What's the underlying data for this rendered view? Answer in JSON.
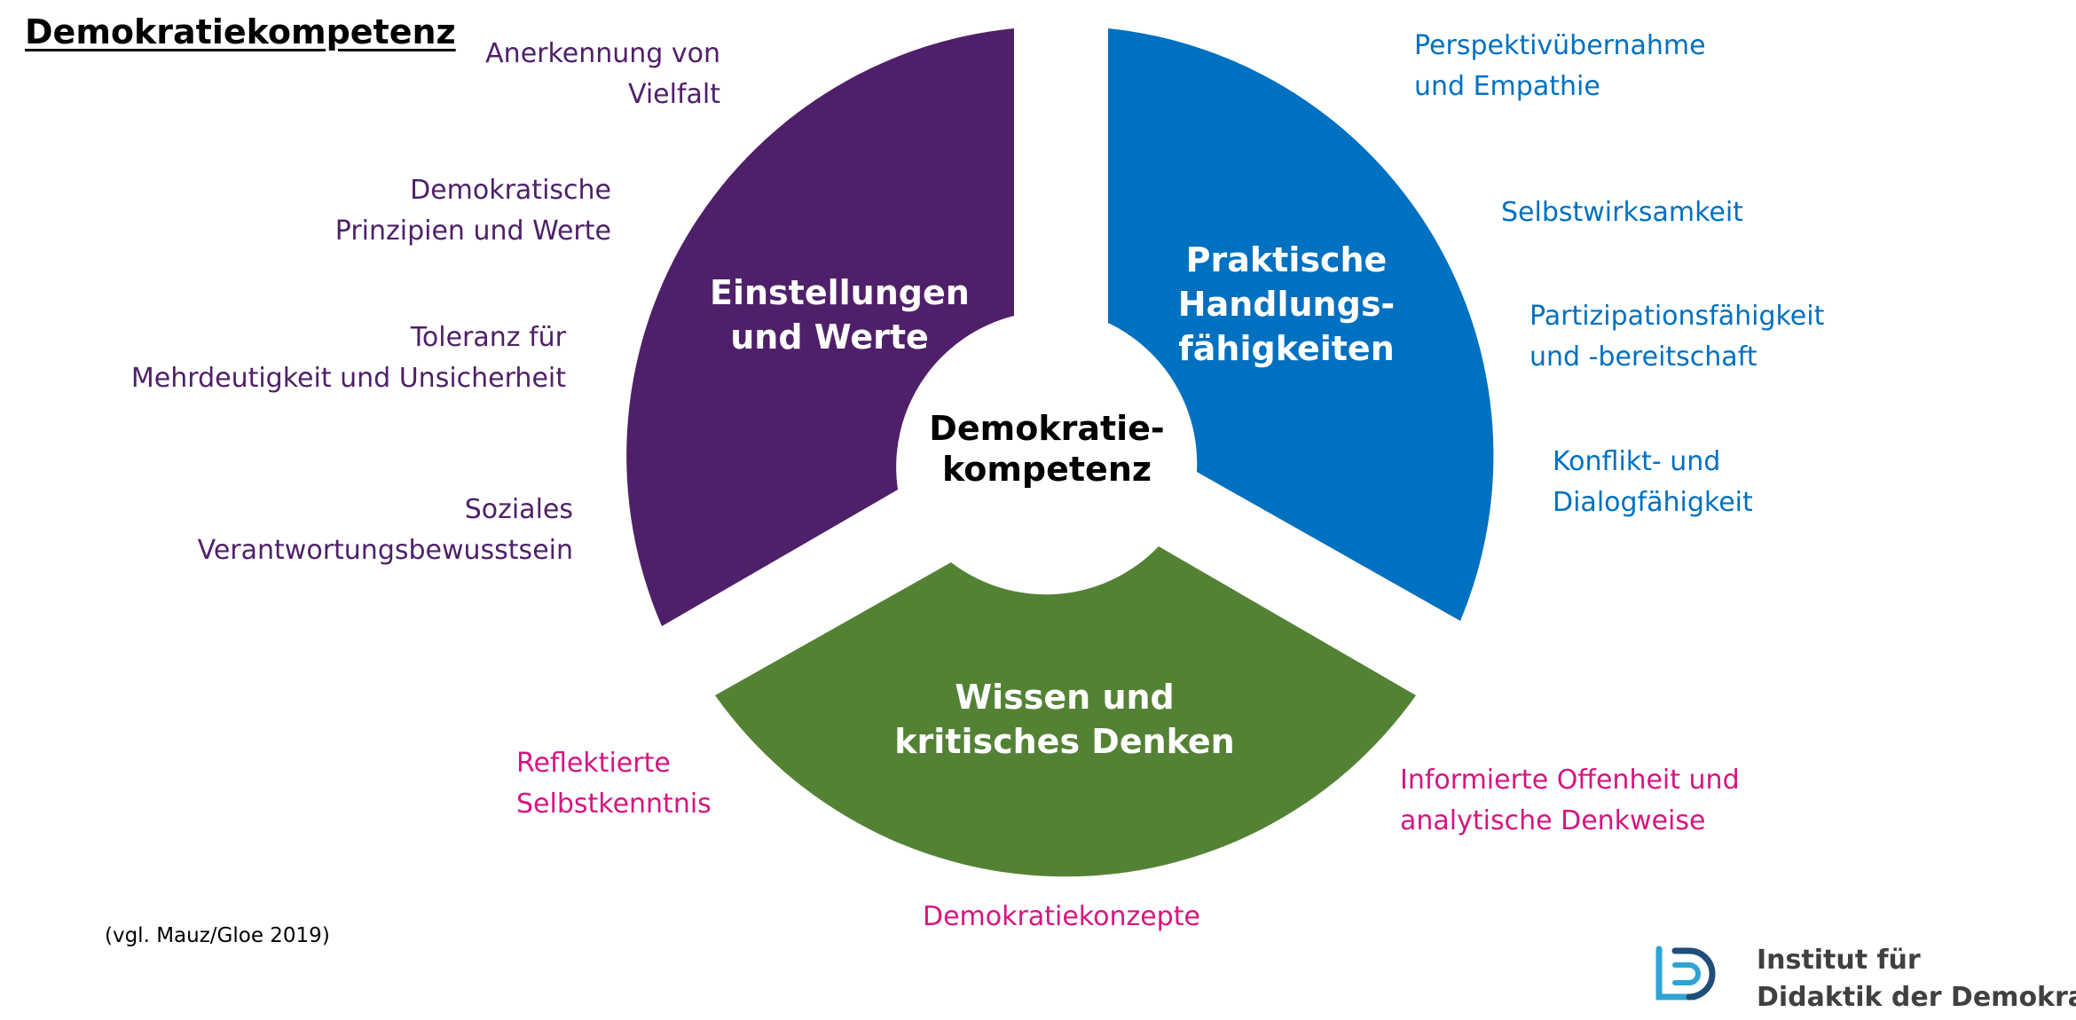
{
  "title": "Demokratiekompetenz",
  "center": {
    "line1": "Demokratie-",
    "line2": "kompetenz"
  },
  "segments": {
    "attitudes": {
      "line1": "Einstellungen",
      "line2": "und Werte",
      "color": "#4f2069"
    },
    "practical": {
      "line1": "Praktische",
      "line2": "Handlungs-",
      "line3": "fähigkeiten",
      "color": "#0070c0"
    },
    "knowledge": {
      "line1": "Wissen und",
      "line2": "kritisches Denken",
      "color": "#548235"
    }
  },
  "attitude_items": [
    {
      "line1": "Anerkennung von",
      "line2": "Vielfalt"
    },
    {
      "line1": "Demokratische",
      "line2": "Prinzipien und Werte"
    },
    {
      "line1": "Toleranz für",
      "line2": "Mehrdeutigkeit und Unsicherheit"
    },
    {
      "line1": "Soziales",
      "line2": "Verantwortungsbewusstsein"
    }
  ],
  "practical_items": [
    {
      "line1": "Perspektivübernahme",
      "line2": "und Empathie"
    },
    {
      "line1": "Selbstwirksamkeit"
    },
    {
      "line1": "Partizipationsfähigkeit",
      "line2": "und -bereitschaft"
    },
    {
      "line1": "Konflikt- und",
      "line2": "Dialogfähigkeit"
    }
  ],
  "knowledge_items": [
    {
      "line1": "Reflektierte",
      "line2": "Selbstkenntnis"
    },
    {
      "line1": "Informierte Offenheit und",
      "line2": "analytische Denkweise"
    },
    {
      "line1": "Demokratiekonzepte"
    }
  ],
  "citation": "(vgl. Mauz/Gloe 2019)",
  "logo": {
    "line1": "Institut für",
    "line2": "Didaktik der Demokratie",
    "icon": "institute-logo-icon"
  }
}
